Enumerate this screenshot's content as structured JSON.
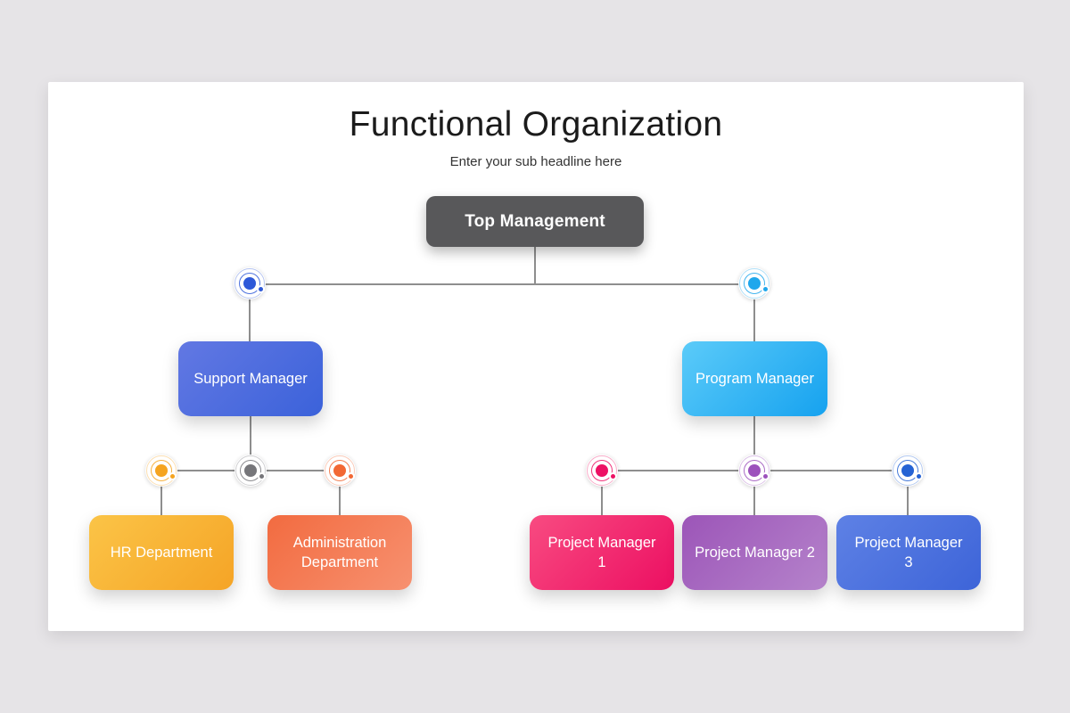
{
  "slide": {
    "title": "Functional Organization",
    "subtitle": "Enter your sub headline here",
    "background_color": "#E6E4E7",
    "card_color": "#FFFFFF",
    "line_color": "#8E8E8E"
  },
  "org_chart": {
    "root": {
      "label": "Top Management",
      "color": "#58585A",
      "text_color": "#FFFFFF"
    },
    "branches": [
      {
        "manager": {
          "label": "Support Manager",
          "gradient_start": "#6278E3",
          "gradient_end": "#3B62DA",
          "connector_color": "#2E59D8"
        },
        "junction_color": "#76767A",
        "children": [
          {
            "label": "HR Department",
            "gradient_start": "#FBC447",
            "gradient_end": "#F5A426",
            "connector_color": "#F5A41F"
          },
          {
            "label": "Administration Department",
            "gradient_start": "#F26B40",
            "gradient_end": "#F79170",
            "connector_color": "#F26834"
          }
        ]
      },
      {
        "manager": {
          "label": "Program Manager",
          "gradient_start": "#5BCBF9",
          "gradient_end": "#16A2EF",
          "connector_color": "#1FA7EC"
        },
        "children": [
          {
            "label": "Project Manager 1",
            "gradient_start": "#F84B81",
            "gradient_end": "#EC0F62",
            "connector_color": "#ED1164"
          },
          {
            "label": "Project Manager 2",
            "gradient_start": "#9C55B8",
            "gradient_end": "#B583CB",
            "connector_color": "#9C51BC"
          },
          {
            "label": "Project Manager 3",
            "gradient_start": "#5E81E5",
            "gradient_end": "#3D64D8",
            "connector_color": "#2563D4"
          }
        ]
      }
    ]
  }
}
